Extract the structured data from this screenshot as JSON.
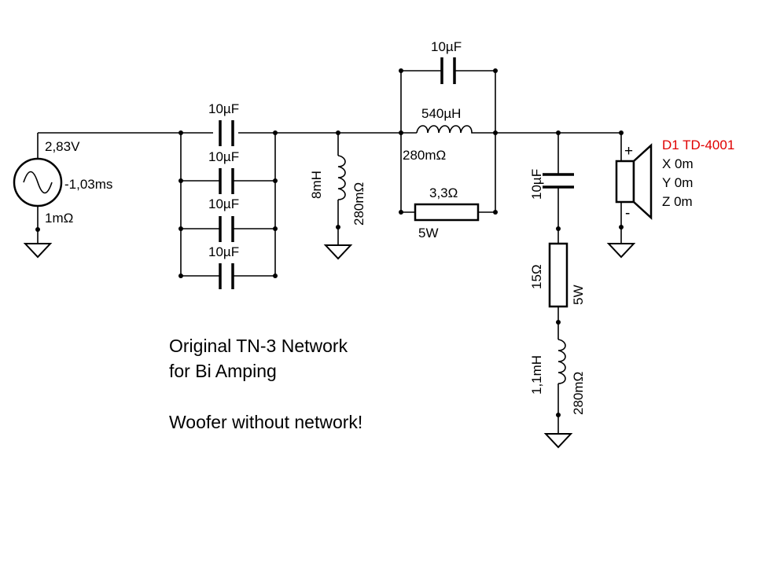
{
  "colors": {
    "wire": "#000000",
    "driver_label": "#e00000",
    "background": "#ffffff"
  },
  "source": {
    "voltage": "2,83V",
    "delay": "-1,03ms",
    "resistance": "1mΩ",
    "icon": "sine-source-icon"
  },
  "parallel_caps": [
    "10µF",
    "10µF",
    "10µF",
    "10µF"
  ],
  "shunt_inductor": {
    "value": "8mH",
    "resistance": "280mΩ"
  },
  "series_network": {
    "capacitor": "10µF",
    "inductor": {
      "value": "540µH",
      "resistance": "280mΩ"
    },
    "resistor": {
      "value": "3,3Ω",
      "power": "5W"
    }
  },
  "zobel": {
    "capacitor": "10µF",
    "resistor": {
      "value": "15Ω",
      "power": "5W"
    },
    "inductor": {
      "value": "1,1mH",
      "resistance": "280mΩ"
    }
  },
  "driver": {
    "name": "D1 TD-4001",
    "x": "X 0m",
    "y": "Y 0m",
    "z": "Z 0m",
    "plus": "+",
    "minus": "-",
    "icon": "speaker-icon"
  },
  "notes": {
    "line1": "Original TN-3 Network",
    "line2": "for Bi Amping",
    "line3": "Woofer without network!"
  }
}
